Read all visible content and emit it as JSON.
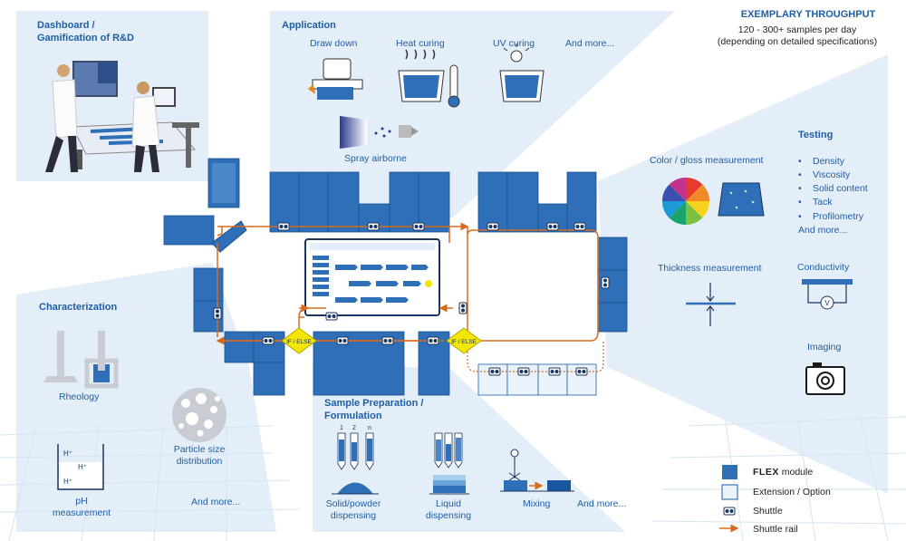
{
  "dashboard": {
    "title_line1": "Dashboard /",
    "title_line2": "Gamification of R&D"
  },
  "application": {
    "title": "Application",
    "items": [
      "Draw down",
      "Heat curing",
      "UV curing",
      "And more..."
    ],
    "spray": "Spray airborne"
  },
  "throughput": {
    "title": "EXEMPLARY THROUGHPUT",
    "line1": "120 - 300+ samples per day",
    "line2": "(depending on detailed specifications)"
  },
  "testing": {
    "title": "Testing",
    "items": [
      "Density",
      "Viscosity",
      "Solid content",
      "Tack",
      "Profilometry"
    ],
    "more": "And more...",
    "color_gloss": "Color / gloss measurement",
    "thickness": "Thickness measurement",
    "conductivity": "Conductivity",
    "imaging": "Imaging"
  },
  "characterization": {
    "title": "Characterization",
    "rheology": "Rheology",
    "particle_line1": "Particle size",
    "particle_line2": "distribution",
    "ph_line1": "pH",
    "ph_line2": "measurement",
    "ph_marks": [
      "H⁺",
      "H⁺",
      "H⁺"
    ],
    "more": "And more..."
  },
  "sample_prep": {
    "title_line1": "Sample Preparation /",
    "title_line2": "Formulation",
    "solid_line1": "Solid/powder",
    "solid_line2": "dispensing",
    "liquid_line1": "Liquid",
    "liquid_line2": "dispensing",
    "mixing": "Mixing",
    "more": "And more...",
    "vial_numbers": [
      "1",
      "2",
      "n"
    ]
  },
  "flow": {
    "decision_label": "IF / ELSE"
  },
  "legend": {
    "flex_brand": "FLEX",
    "flex_suffix": " module",
    "extension": "Extension / Option",
    "shuttle": "Shuttle",
    "rail": "Shuttle rail"
  },
  "colors": {
    "module": "#2e6fb7",
    "extension": "#eaf3fb",
    "rail": "#d86b1f",
    "text": "#1f5fa6",
    "panel": "#e3eef8",
    "decision": "#f3e600"
  }
}
